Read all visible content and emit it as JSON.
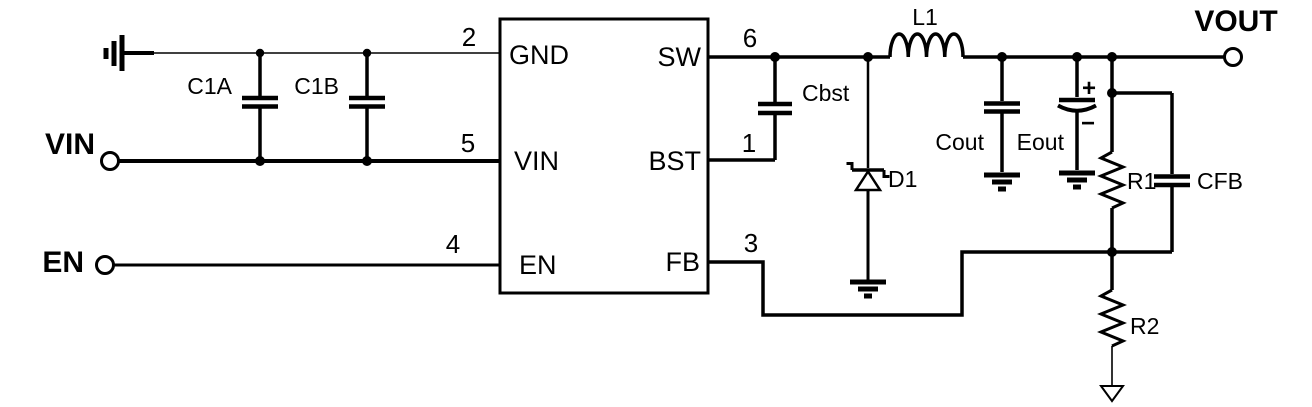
{
  "schematic": {
    "background": "#ffffff",
    "line_color": "#000000",
    "terminals": {
      "vin": "VIN",
      "en": "EN",
      "vout": "VOUT"
    },
    "ic": {
      "left_pins": [
        {
          "name": "GND",
          "number": "2"
        },
        {
          "name": "VIN",
          "number": "5"
        },
        {
          "name": "EN",
          "number": "4"
        }
      ],
      "right_pins": [
        {
          "name": "SW",
          "number": "6"
        },
        {
          "name": "BST",
          "number": "1"
        },
        {
          "name": "FB",
          "number": "3"
        }
      ]
    },
    "components": {
      "c1a": {
        "ref": "C1A"
      },
      "c1b": {
        "ref": "C1B"
      },
      "cbst": {
        "ref": "Cbst"
      },
      "l1": {
        "ref": "L1"
      },
      "d1": {
        "ref": "D1"
      },
      "cout": {
        "ref": "Cout"
      },
      "eout": {
        "ref": "Eout",
        "plus": "+",
        "minus": "−"
      },
      "r1": {
        "ref": "R1"
      },
      "cfb": {
        "ref": "CFB"
      },
      "r2": {
        "ref": "R2"
      }
    }
  }
}
